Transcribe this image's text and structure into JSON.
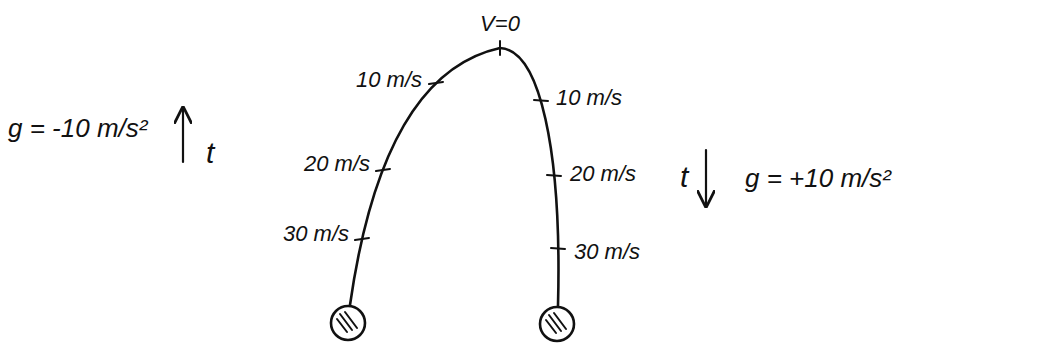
{
  "diagram": {
    "labels": [
      "V=0",
      "10 m/s",
      "20 m/s",
      "30 m/s",
      "10 m/s",
      "20 m/s",
      "30 m/s",
      "g = -10 m/s²",
      "t",
      "t",
      "g = +10 m/s²"
    ]
  }
}
